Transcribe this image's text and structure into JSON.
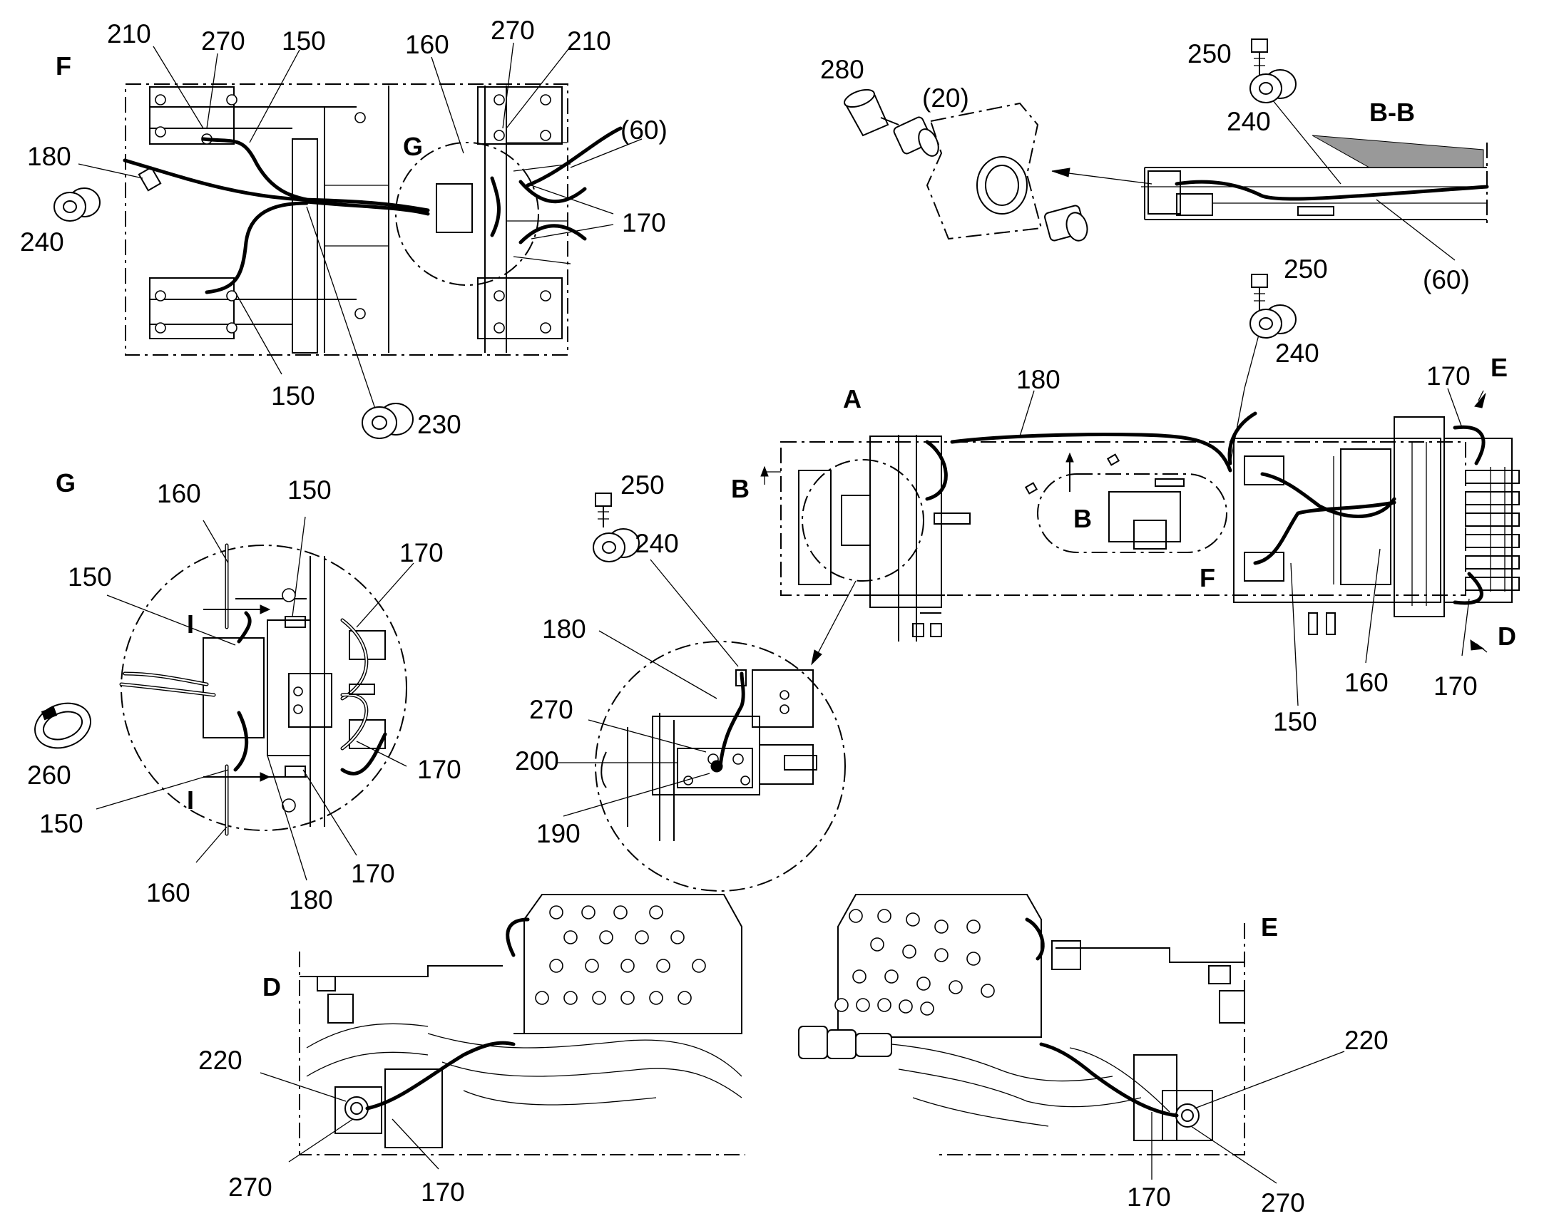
{
  "views": {
    "F": "F",
    "G": "G",
    "BB": "B-B",
    "A": "A",
    "B": "B",
    "B_arrow": "B",
    "F_main": "F",
    "E_arrow": "E",
    "D_arrow": "D",
    "D": "D",
    "E": "E",
    "G_inF": "G",
    "I_top": "I",
    "I_bot": "I"
  },
  "callouts": {
    "f_210a": "210",
    "f_270a": "270",
    "f_150a": "150",
    "f_160": "160",
    "f_270b": "270",
    "f_210b": "210",
    "f_60": "(60)",
    "f_180": "180",
    "f_240": "240",
    "f_170": "170",
    "f_150b": "150",
    "f_230": "230",
    "bb_250": "250",
    "bb_280": "280",
    "bb_20": "(20)",
    "bb_240": "240",
    "bb_60": "(60)",
    "a_250": "250",
    "a_240": "240",
    "a_180": "180",
    "a_170a": "170",
    "a_170b": "170",
    "a_160": "160",
    "a_150": "150",
    "g_160a": "160",
    "g_150a": "150",
    "g_170a": "170",
    "g_150b": "150",
    "g_260": "260",
    "g_170b": "170",
    "g_150c": "150",
    "g_160b": "160",
    "g_180": "180",
    "g_170c": "170",
    "m_250": "250",
    "m_240": "240",
    "m_180": "180",
    "m_270": "270",
    "m_200": "200",
    "m_190": "190",
    "d_220": "220",
    "d_270": "270",
    "d_170": "170",
    "e_220": "220",
    "e_170": "170",
    "e_270": "270"
  },
  "colors": {
    "ink": "#000000",
    "paper": "#ffffff",
    "hatch": "#999999"
  }
}
